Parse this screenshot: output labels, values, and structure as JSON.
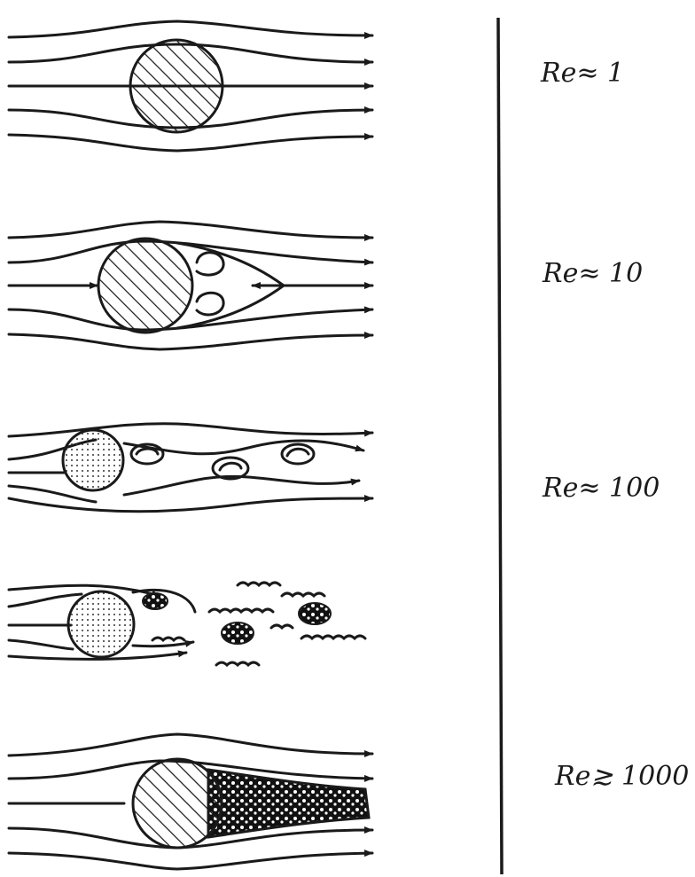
{
  "panels": [
    {
      "id": "panel-1",
      "label": "Re≈ 1",
      "reynolds": 1,
      "flow": "creeping attached flow"
    },
    {
      "id": "panel-2",
      "label": "Re≈ 10",
      "reynolds": 10,
      "flow": "steady separation bubble"
    },
    {
      "id": "panel-3",
      "label": "Re≈ 100",
      "reynolds": 100,
      "flow": "vortex street"
    },
    {
      "id": "panel-4",
      "label": "",
      "reynolds": null,
      "flow": "turbulent shedding"
    },
    {
      "id": "panel-5",
      "label": "Re≳ 1000",
      "reynolds": 1000,
      "flow": "turbulent wake"
    }
  ],
  "colors": {
    "ink": "#1a1a1a",
    "paper": "#ffffff"
  }
}
